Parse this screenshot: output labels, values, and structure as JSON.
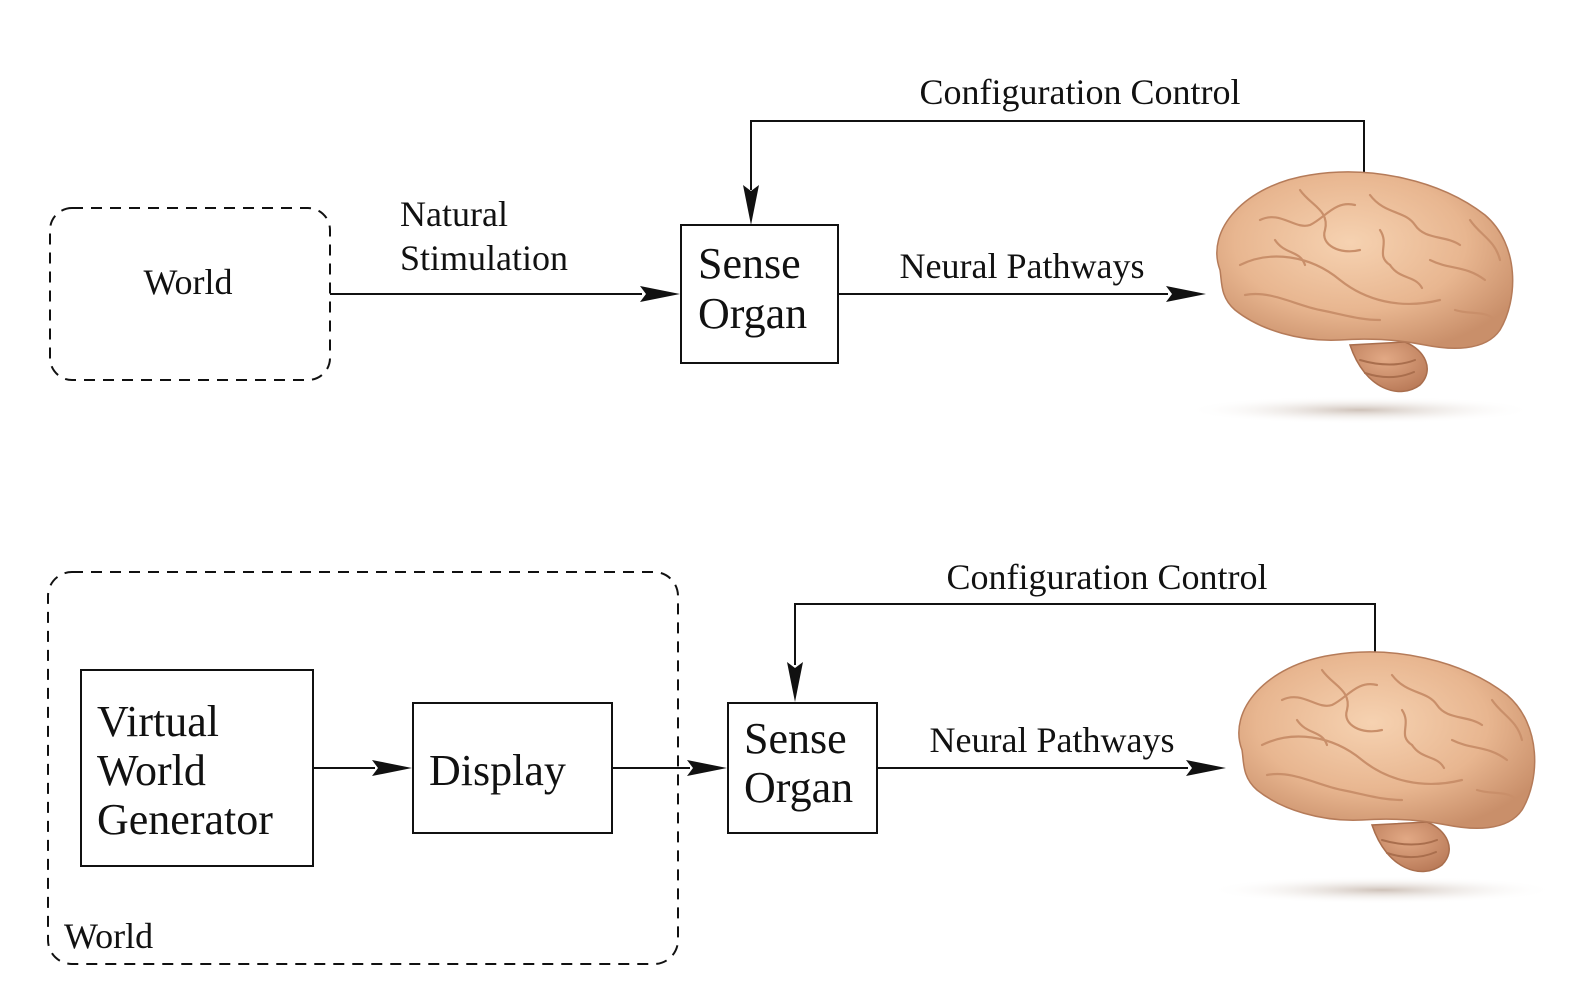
{
  "colors": {
    "line": "#111111",
    "background": "#ffffff",
    "brain_base": "#e8b690",
    "brain_shadow": "#c98f6a"
  },
  "top": {
    "world_label": "World",
    "stimulus_label_line1": "Natural",
    "stimulus_label_line2": "Stimulation",
    "sense_label_line1": "Sense",
    "sense_label_line2": "Organ",
    "neural_label": "Neural Pathways",
    "config_label": "Configuration Control",
    "brain_icon": "brain-icon"
  },
  "bottom": {
    "generator_label_line1": "Virtual",
    "generator_label_line2": "World",
    "generator_label_line3": "Generator",
    "display_label": "Display",
    "world_label": "World",
    "sense_label_line1": "Sense",
    "sense_label_line2": "Organ",
    "neural_label": "Neural Pathways",
    "config_label": "Configuration Control",
    "brain_icon": "brain-icon"
  }
}
